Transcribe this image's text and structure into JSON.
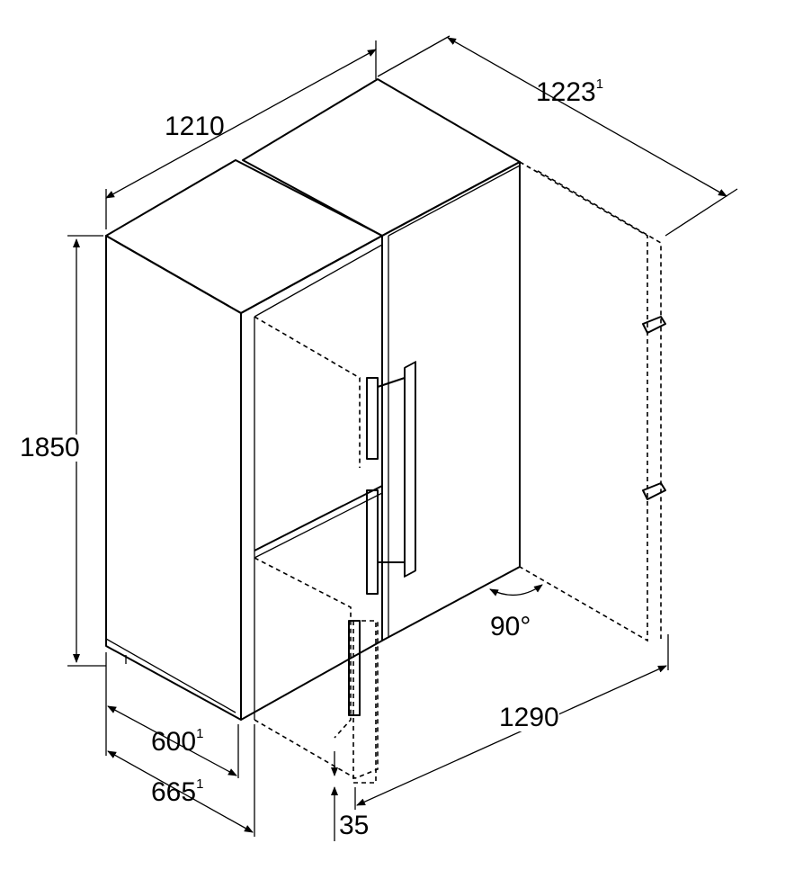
{
  "dimensions": {
    "width_total": "1210",
    "depth_open_total": "1223",
    "depth_open_footnote": "1",
    "height": "1850",
    "depth_body": "600",
    "depth_body_footnote": "1",
    "depth_with_doors": "665",
    "depth_with_doors_footnote": "1",
    "door_opening_width": "1290",
    "door_offset": "35",
    "door_angle": "90°"
  }
}
